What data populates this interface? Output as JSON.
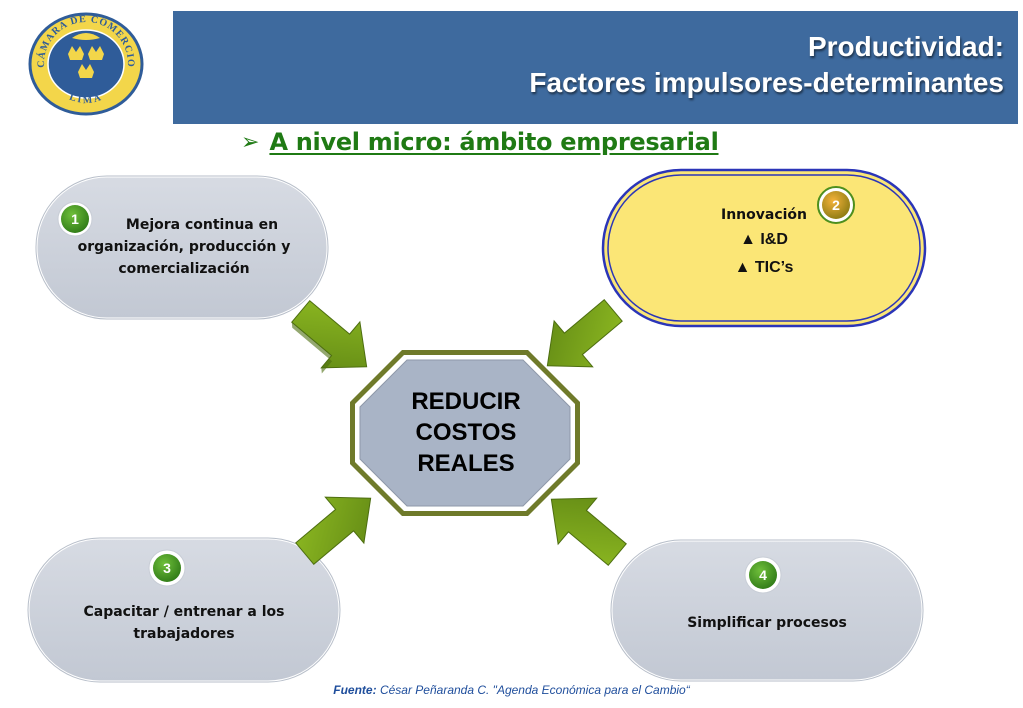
{
  "logo": {
    "ring_text_top": "CÁMARA DE COMERCIO",
    "ring_text_bottom": "LIMA",
    "icon": "crowns-emblem"
  },
  "header": {
    "title_line1": "Productividad:",
    "title_line2": "Factores impulsores-determinantes"
  },
  "subtitle": {
    "bullet": "➢",
    "text": "A nivel micro: ámbito empresarial"
  },
  "center": {
    "lines": [
      "REDUCIR",
      "COSTOS",
      "REALES"
    ]
  },
  "factors": [
    {
      "number": "1",
      "lines": [
        "Mejora continua en",
        "organización, producción y",
        "comercialización"
      ]
    },
    {
      "number": "2",
      "title": "Innovación",
      "items": [
        "▲  I&D",
        "▲  TIC’s"
      ]
    },
    {
      "number": "3",
      "lines": [
        "Capacitar / entrenar a los",
        "trabajadores"
      ]
    },
    {
      "number": "4",
      "lines": [
        "Simplificar procesos"
      ]
    }
  ],
  "footer": {
    "label": "Fuente:",
    "text": "César Peñaranda C. \"Agenda Económica para el Cambio“"
  },
  "colors": {
    "header_bg": "#3e6a9e",
    "subtitle_green": "#1f7a14",
    "arrow_green": "#7aa31b",
    "box_gray": "#c9ced8",
    "box_yellow": "#fbe676",
    "octagon_fill": "#a9b4c6",
    "badge_green": "#3d8e1f"
  }
}
